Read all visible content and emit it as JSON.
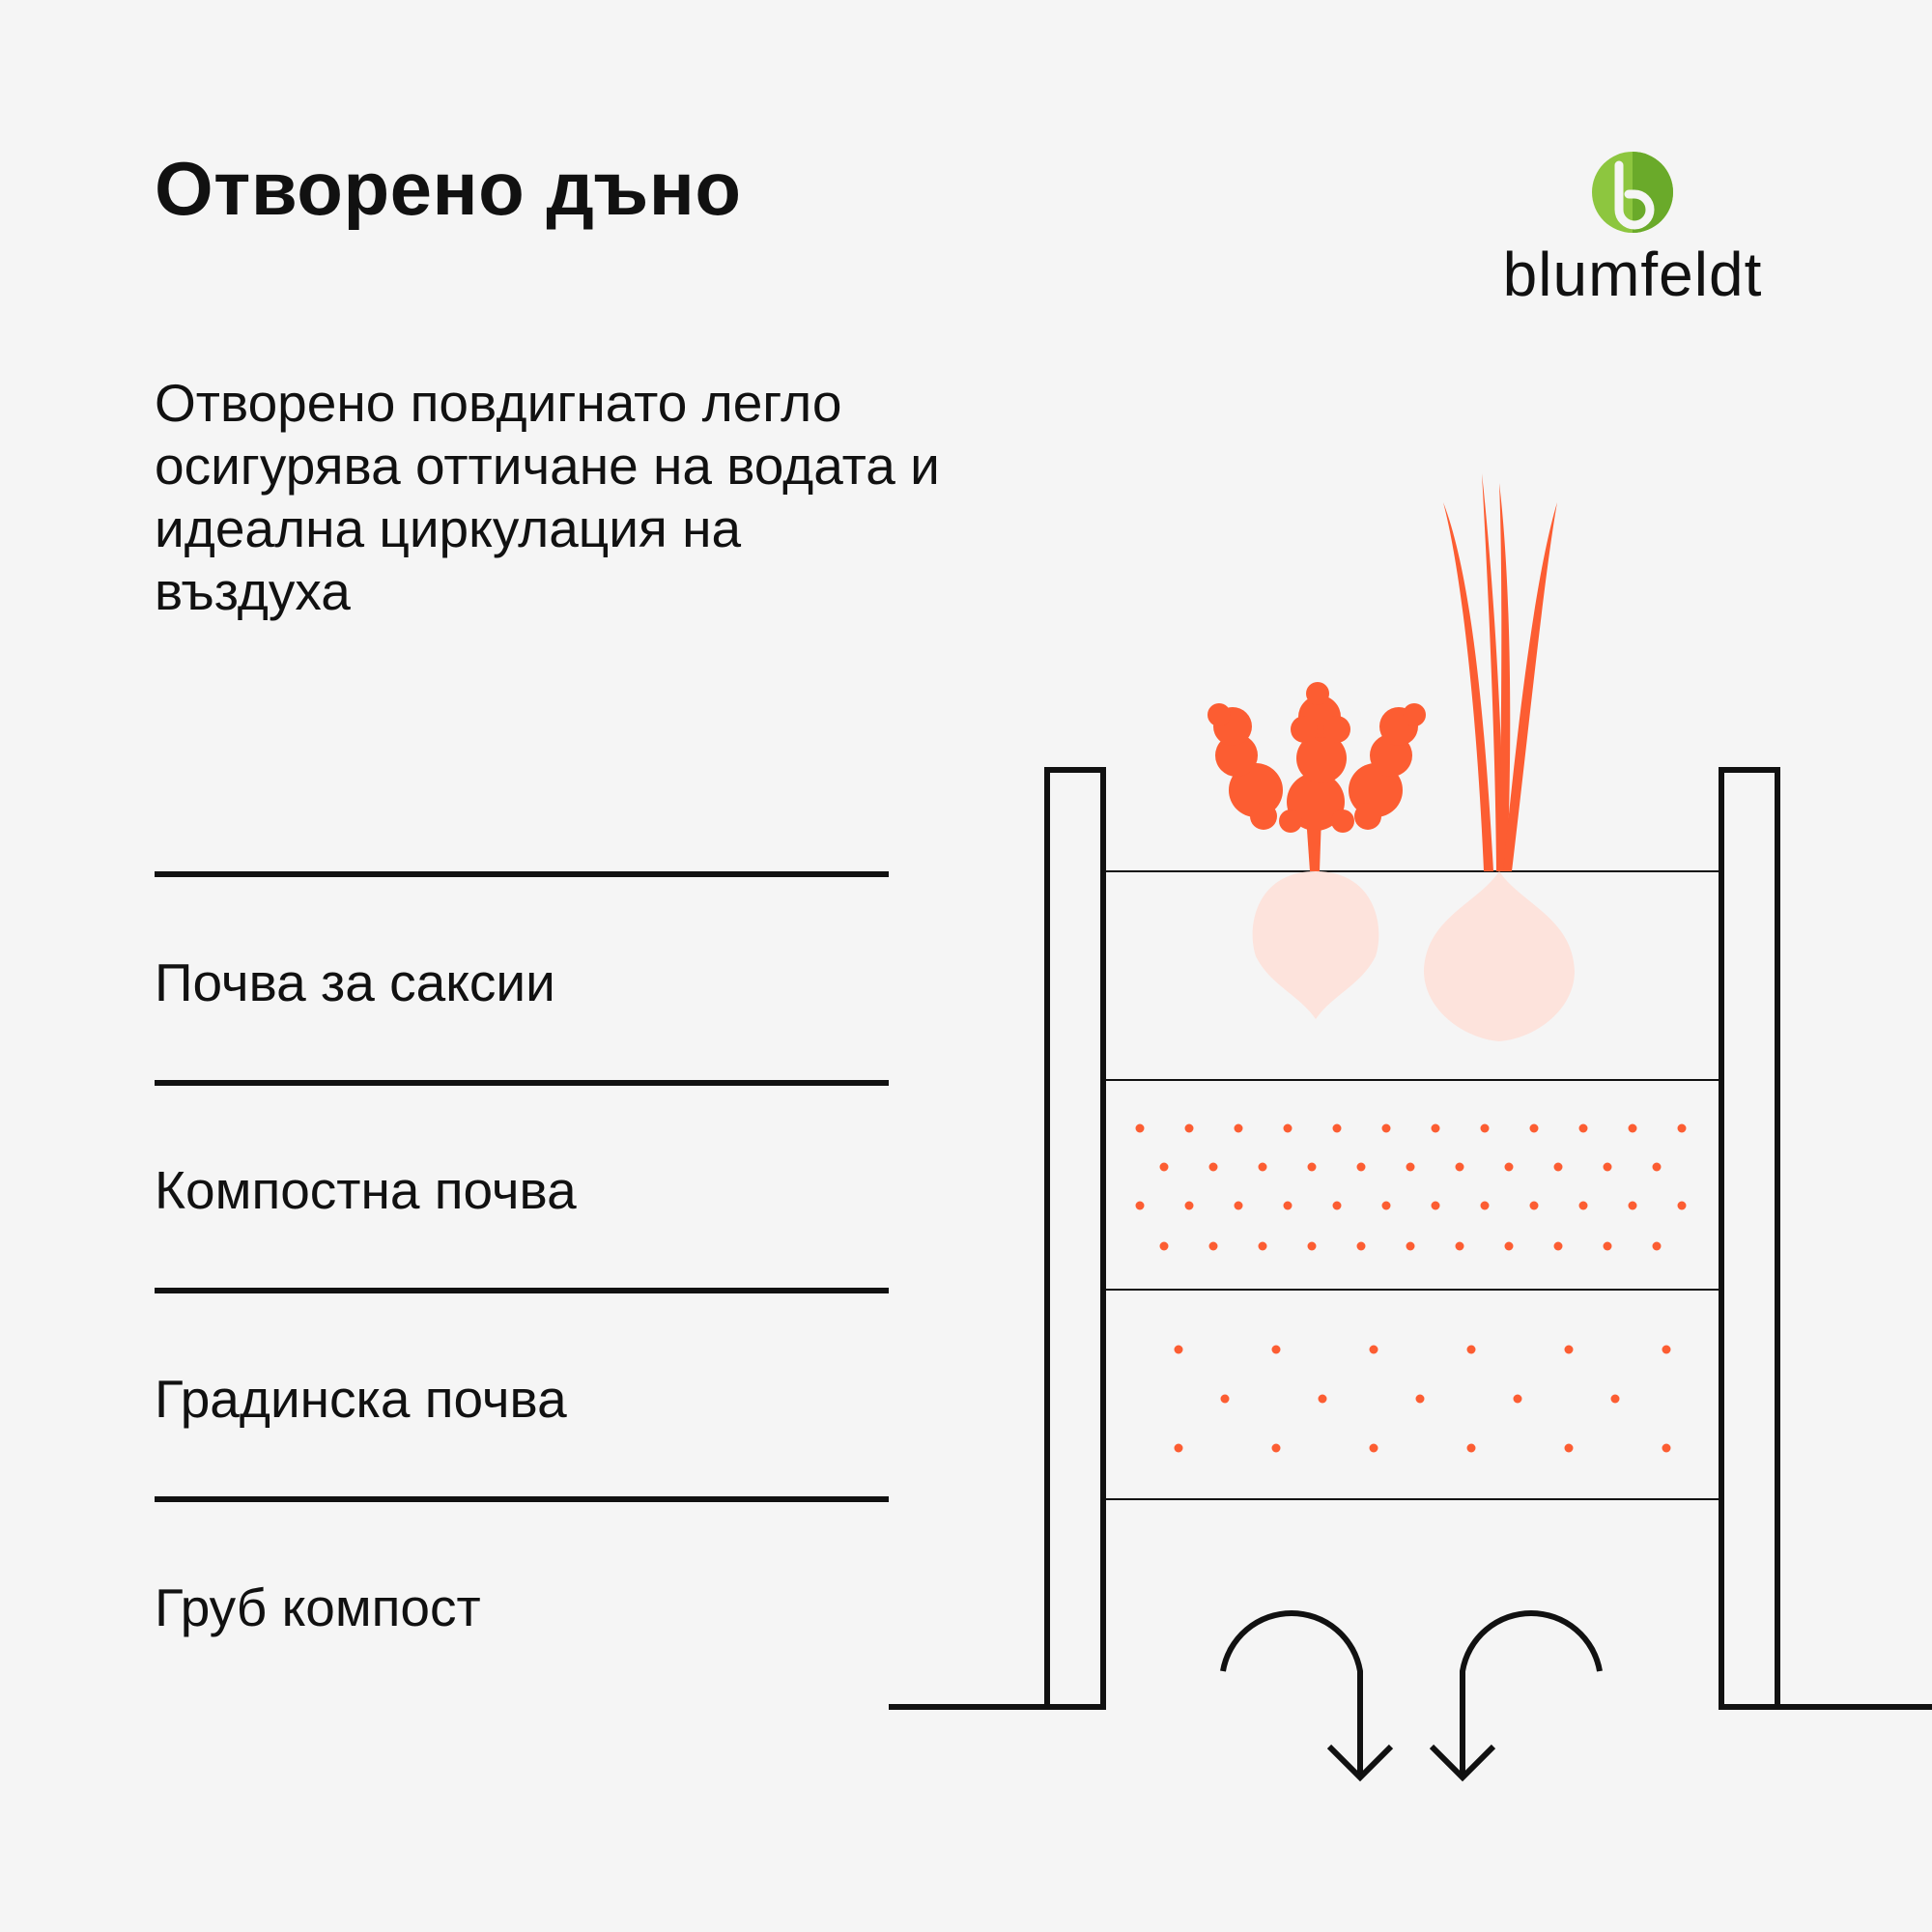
{
  "title": "Отворено дъно",
  "description": "Отворено повдигнато легло осигурява оттичане на водата и идеална циркулация на въздуха",
  "brand": {
    "name": "blumfeldt",
    "icon": "blumfeldt-leaf-logo-icon"
  },
  "layers": [
    {
      "label": "Почва за саксии"
    },
    {
      "label": "Компостна почва"
    },
    {
      "label": "Градинска почва"
    },
    {
      "label": "Груб компост"
    }
  ],
  "colors": {
    "background": "#f5f5f5",
    "line": "#111111",
    "accent": "#fc5d32",
    "bulb": "#fde3dc",
    "logo_green": "#8dc63f"
  },
  "illustration": {
    "plants": [
      "beet-icon",
      "onion-icon"
    ],
    "drainage": "water-drainage-arrows-icon"
  }
}
